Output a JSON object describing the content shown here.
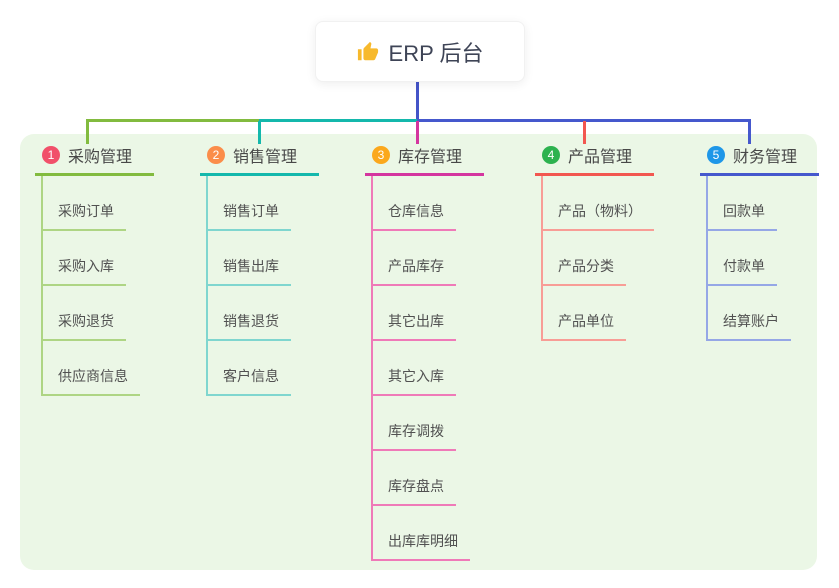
{
  "root": {
    "label": "ERP 后台",
    "icon": "thumbs-up-icon",
    "icon_color": "#f7b92c",
    "stem_color": "#4454c8"
  },
  "canvas": {
    "background": "#ffffff",
    "panel_color": "#ebf7e6"
  },
  "branches": [
    {
      "number": "1",
      "title": "采购管理",
      "badge_color": "#f1506a",
      "line_color": "#82bb3f",
      "sub_line_color": "#aed584",
      "items": [
        "采购订单",
        "采购入库",
        "采购退货",
        "供应商信息"
      ]
    },
    {
      "number": "2",
      "title": "销售管理",
      "badge_color": "#fb8d4a",
      "line_color": "#14b8ac",
      "sub_line_color": "#7fd6cf",
      "items": [
        "销售订单",
        "销售出库",
        "销售退货",
        "客户信息"
      ]
    },
    {
      "number": "3",
      "title": "库存管理",
      "badge_color": "#fba81c",
      "line_color": "#d4359f",
      "sub_line_color": "#ef7ab8",
      "items": [
        "仓库信息",
        "产品库存",
        "其它出库",
        "其它入库",
        "库存调拨",
        "库存盘点",
        "出库库明细"
      ]
    },
    {
      "number": "4",
      "title": "产品管理",
      "badge_color": "#2db24f",
      "line_color": "#f25750",
      "sub_line_color": "#f89d96",
      "items": [
        "产品（物料）",
        "产品分类",
        "产品单位"
      ]
    },
    {
      "number": "5",
      "title": "财务管理",
      "badge_color": "#1e97e8",
      "line_color": "#4558cd",
      "sub_line_color": "#95a7e6",
      "items": [
        "回款单",
        "付款单",
        "结算账户"
      ]
    }
  ]
}
